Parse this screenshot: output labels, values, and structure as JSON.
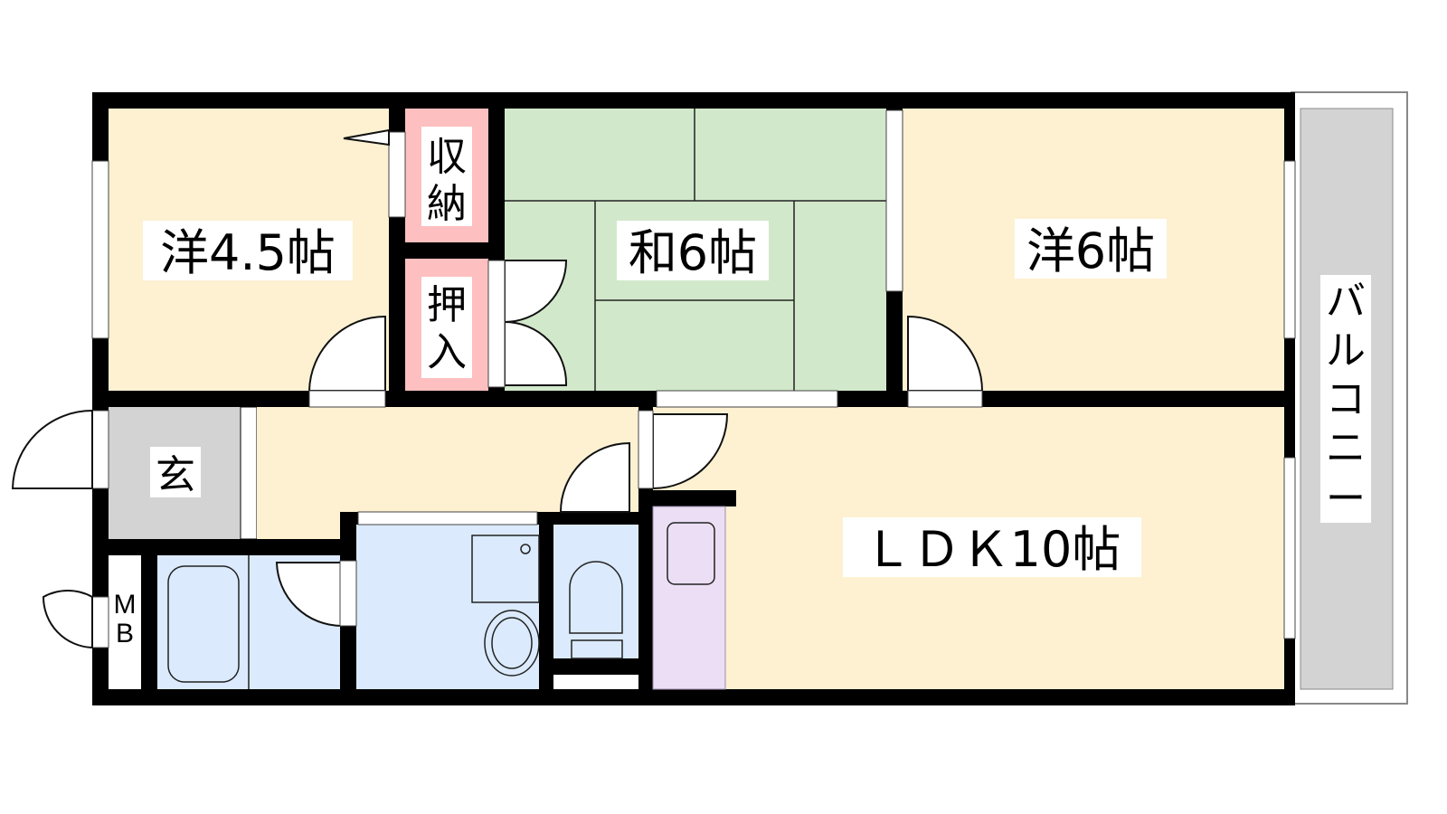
{
  "rooms": {
    "western_45": "洋4.5帖",
    "storage": [
      "収",
      "納"
    ],
    "closet": [
      "押",
      "入"
    ],
    "japanese_6": "和6帖",
    "western_6": "洋6帖",
    "entrance": "玄",
    "ldk": "ＬＤＫ10帖",
    "meter_box": [
      "M",
      "B"
    ],
    "balcony": [
      "バ",
      "ル",
      "コ",
      "ニ",
      "ー"
    ]
  },
  "colors": {
    "western": "#fdf1d2",
    "japanese": "#d2e8cb",
    "storage": "#fdbfbf",
    "entrance": "#d3d3d3",
    "water": "#dbeafc",
    "kitchen": "#ecdff5",
    "wall": "#000000"
  }
}
